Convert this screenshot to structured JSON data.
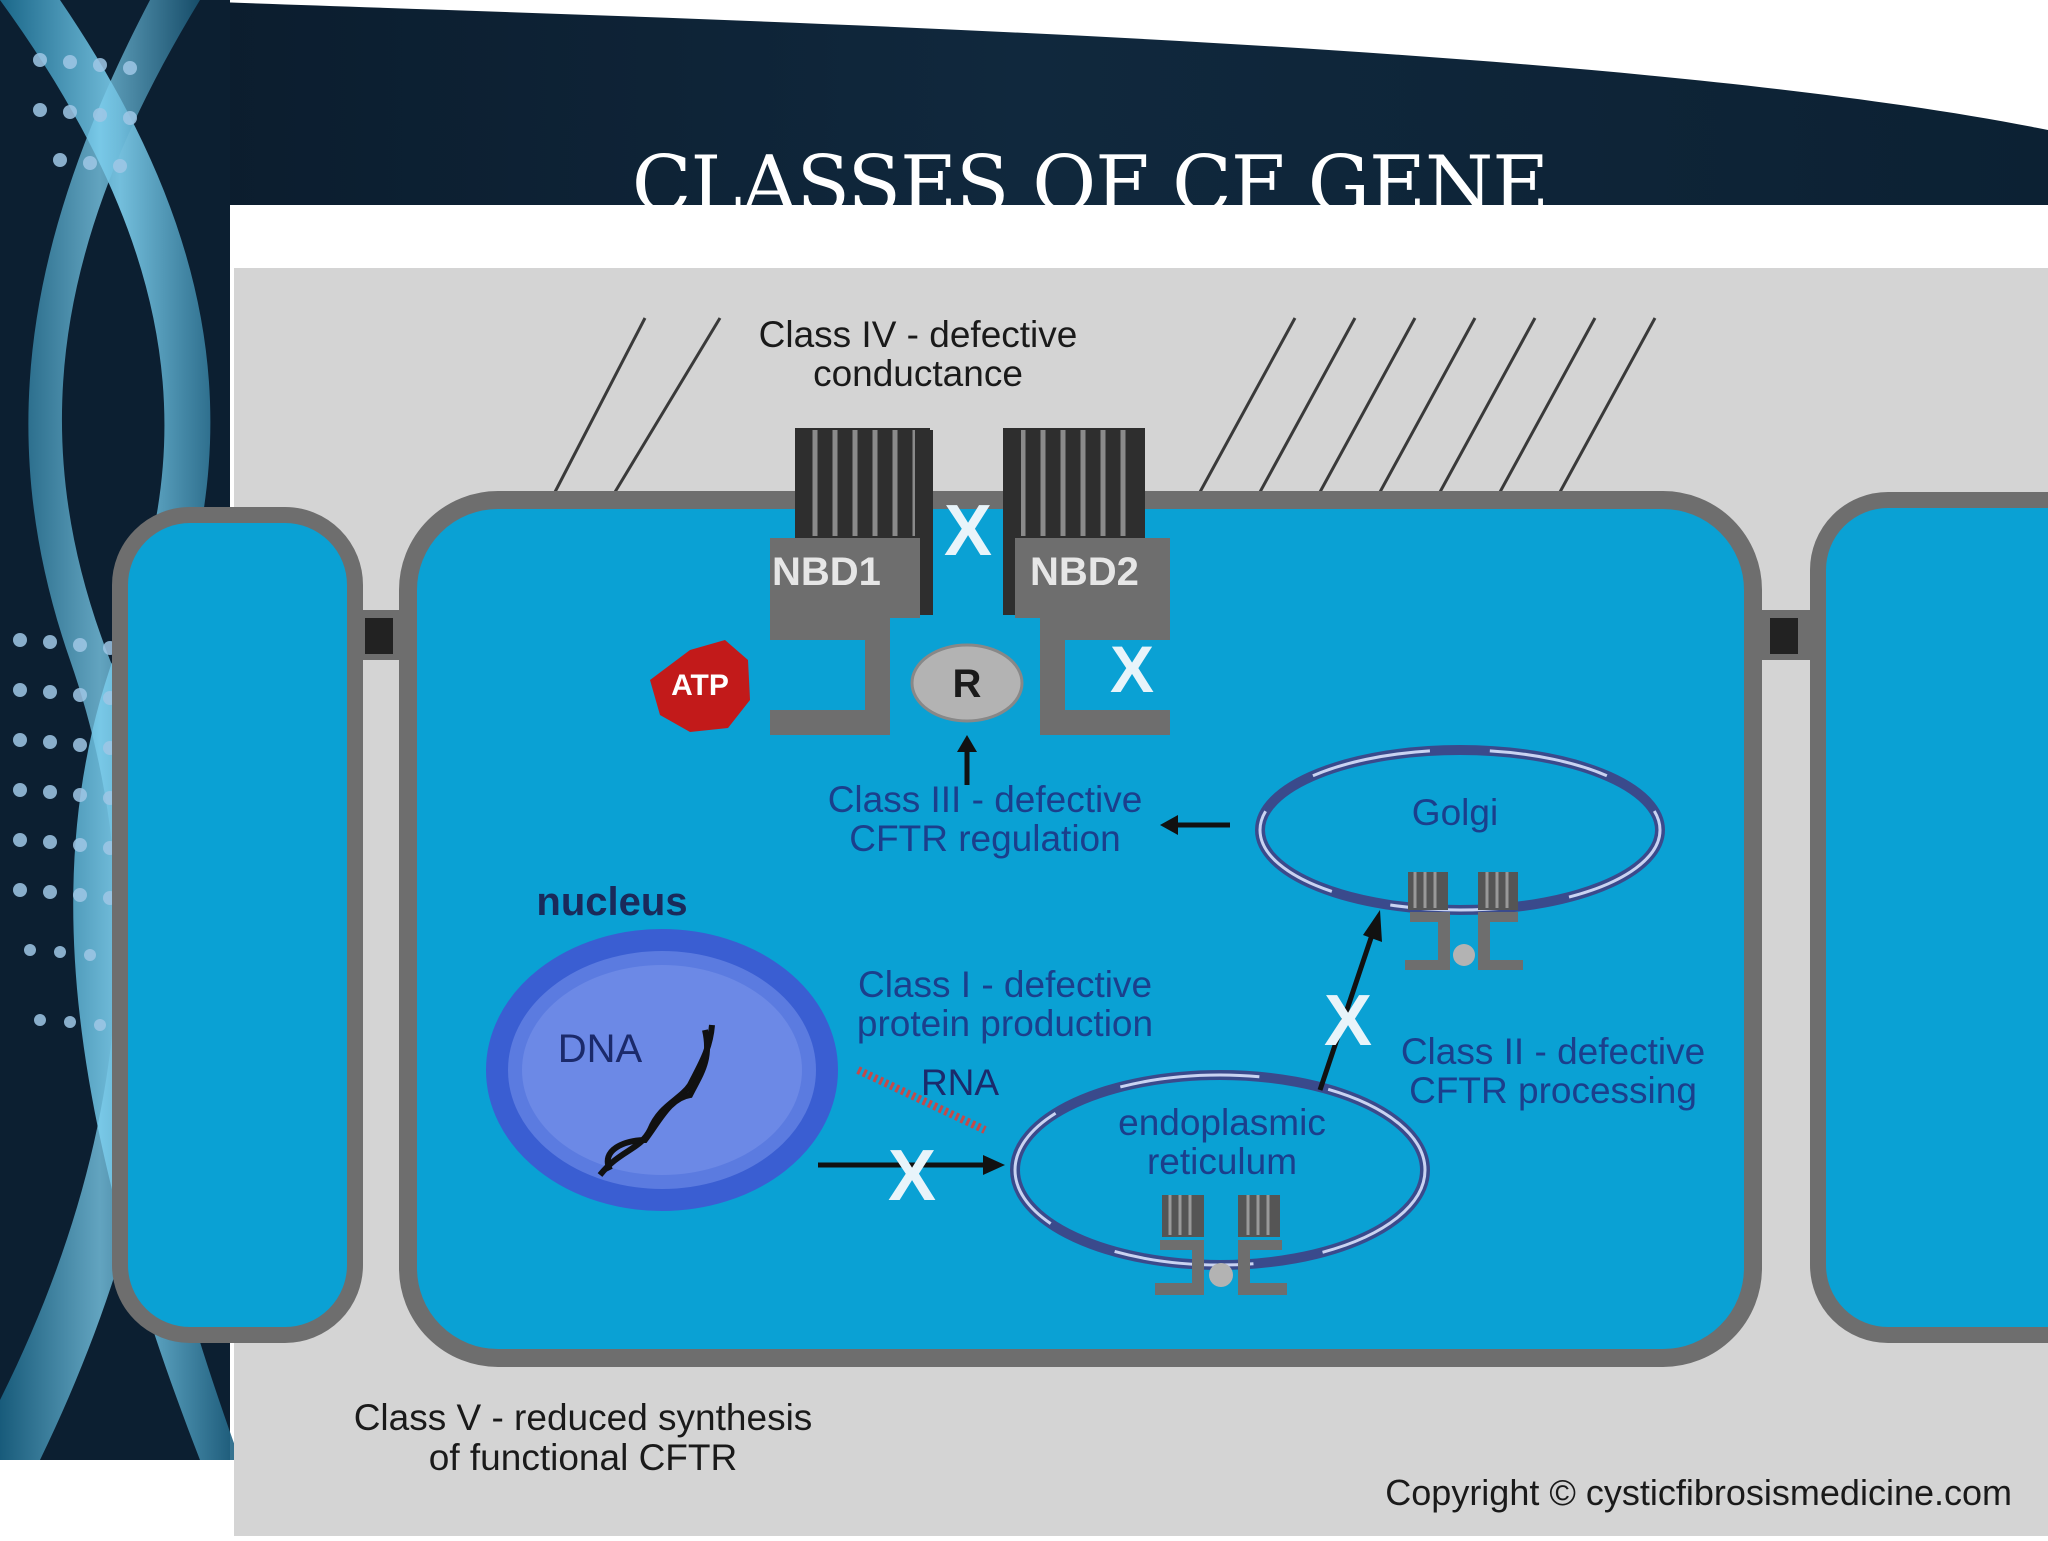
{
  "slide": {
    "title": "CLASSES OF CF GENE"
  },
  "diagram": {
    "labels": {
      "class_iv_line1": "Class IV - defective",
      "class_iv_line2": "conductance",
      "nbd1": "NBD1",
      "nbd2": "NBD2",
      "atp": "ATP",
      "regulatory": "R",
      "class_iii_line1": "Class III - defective",
      "class_iii_line2": "CFTR regulation",
      "golgi": "Golgi",
      "nucleus": "nucleus",
      "dna": "DNA",
      "class_i_line1": "Class I - defective",
      "class_i_line2": "protein production",
      "rna": "RNA",
      "class_ii_line1": "Class II - defective",
      "class_ii_line2": "CFTR processing",
      "er_line1": "endoplasmic",
      "er_line2": "reticulum",
      "class_v_line1": "Class V - reduced synthesis",
      "class_v_line2": "of functional CFTR",
      "copyright": "Copyright © cysticfibrosismedicine.com",
      "block_mark": "X"
    },
    "colors": {
      "cell_fill": "#0aa1d4",
      "membrane": "#6e6e6e",
      "background_panel": "#d4d4d4",
      "header_dark": "#0d2236",
      "label_blue": "#1b3f8c",
      "atp_red": "#c21a1a",
      "nucleus_ring": "#3b5fd6"
    }
  }
}
